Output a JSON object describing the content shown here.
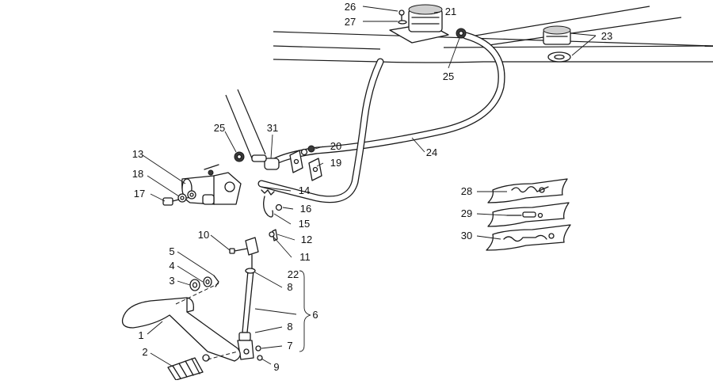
{
  "diagram": {
    "callouts": {
      "c1": "1",
      "c2": "2",
      "c3": "3",
      "c4": "4",
      "c5": "5",
      "c6": "6",
      "c7": "7",
      "c8a": "8",
      "c8b": "8",
      "c9": "9",
      "c10": "10",
      "c11": "11",
      "c12": "12",
      "c13": "13",
      "c14": "14",
      "c15": "15",
      "c16": "16",
      "c17": "17",
      "c18": "18",
      "c19": "19",
      "c20": "20",
      "c21": "21",
      "c22": "22",
      "c23": "23",
      "c24": "24",
      "c25a": "25",
      "c25b": "25",
      "c26": "26",
      "c27": "27",
      "c28": "28",
      "c29": "29",
      "c30": "30",
      "c31": "31"
    }
  }
}
